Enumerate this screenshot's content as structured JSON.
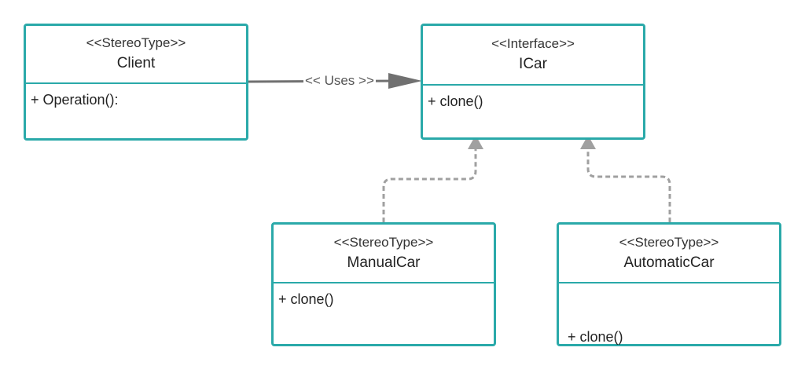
{
  "classes": {
    "client": {
      "stereotype": "<<StereoType>>",
      "name": "Client",
      "member": "+ Operation():"
    },
    "icar": {
      "stereotype": "<<Interface>>",
      "name": "ICar",
      "member": "+ clone()"
    },
    "manualcar": {
      "stereotype": "<<StereoType>>",
      "name": "ManualCar",
      "member": "+ clone()"
    },
    "automaticcar": {
      "stereotype": "<<StereoType>>",
      "name": "AutomaticCar",
      "member": " + clone()"
    }
  },
  "relations": {
    "uses_label": "<< Uses >>"
  },
  "colors": {
    "border": "#2aa9a9",
    "association": "#707070",
    "realization": "#a0a0a0"
  }
}
